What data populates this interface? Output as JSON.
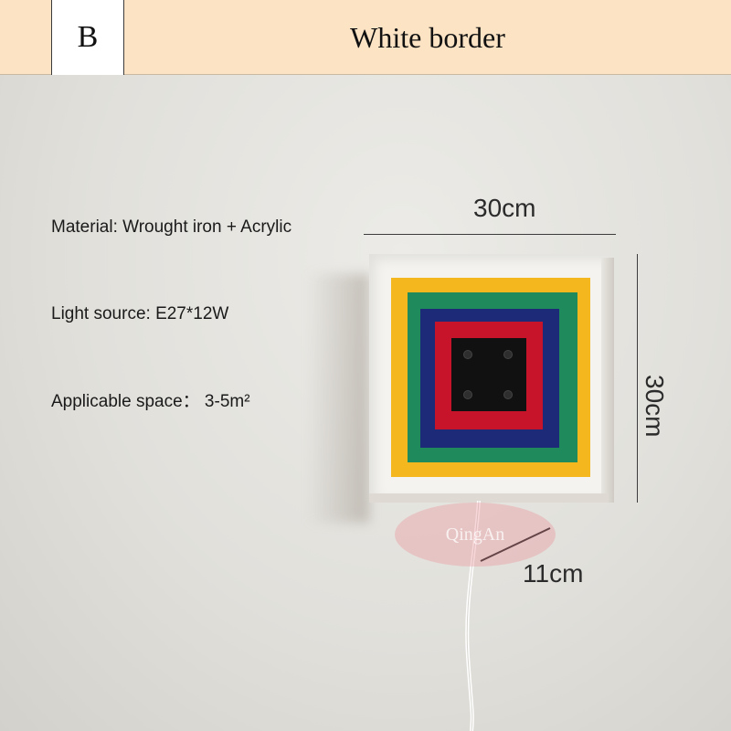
{
  "header": {
    "variant_letter": "B",
    "variant_name": "White border"
  },
  "specs": [
    {
      "label": "Material: Wrought iron + Acrylic"
    },
    {
      "label": "Light source: E27*12W"
    },
    {
      "label": "Applicable space： 3-5m²"
    }
  ],
  "dimensions": {
    "width": "30cm",
    "height": "30cm",
    "depth": "11cm"
  },
  "watermark": "QingAn",
  "colors": {
    "header_bg": "#fbe3c4",
    "yellow": "#f4b81e",
    "green": "#1f8a5c",
    "navy": "#1d2a78",
    "red": "#c8142a",
    "black": "#111111"
  }
}
